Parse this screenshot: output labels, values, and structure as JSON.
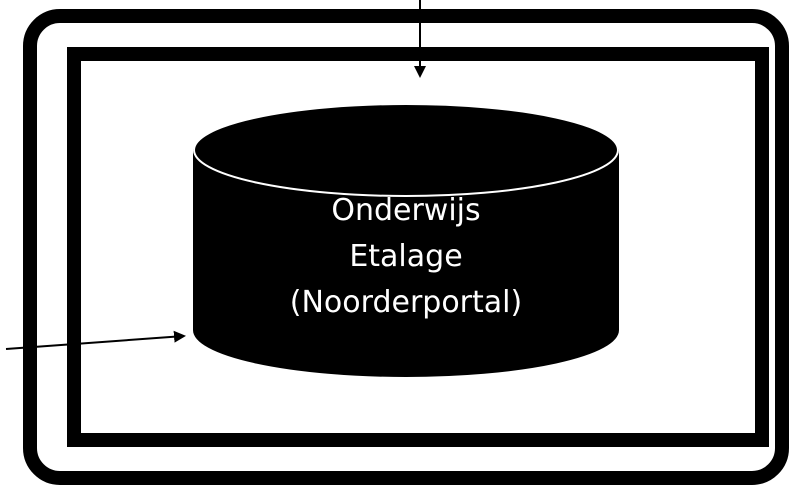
{
  "diagram": {
    "database_label_lines": [
      "Onderwijs",
      "Etalage",
      "(Noorderportal)"
    ]
  },
  "colors": {
    "background": "#ffffff",
    "stroke": "#000000",
    "cylinder_fill": "#000000",
    "label": "#ffffff"
  }
}
